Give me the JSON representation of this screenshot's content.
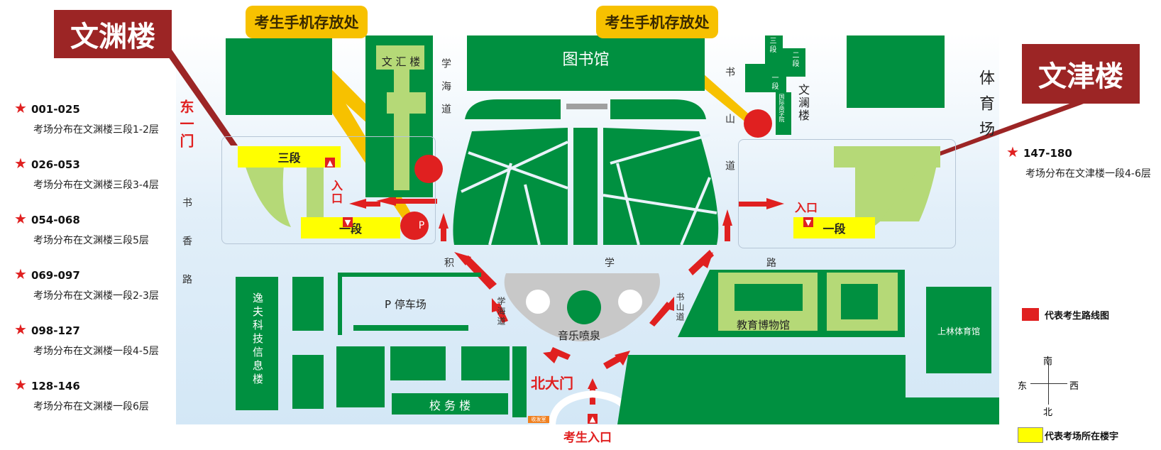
{
  "callouts": {
    "wenyuan": "文渊楼",
    "wenjin": "文津楼",
    "phone_left": "考生手机存放处",
    "phone_right": "考生手机存放处"
  },
  "buildings": {
    "wenhui": "文 汇 楼",
    "library": "图书馆",
    "wenlan": "文澜楼",
    "intl_school": "国际商学院",
    "seg3_small": "三段",
    "seg2_small": "二段",
    "seg1_small": "一段",
    "stadium": "体育场",
    "parking": "P 停车场",
    "fountain": "音乐喷泉",
    "museum": "教育博物馆",
    "shanglin_gym": "上林体育馆",
    "yifu": "逸夫科技信息楼",
    "xiaowu": "校 务 楼",
    "reception": "收发室",
    "parking_p": "P"
  },
  "segments": {
    "wenyuan_seg3": "三段",
    "wenyuan_seg1": "一段",
    "wenjin_seg1": "一段"
  },
  "entrances": {
    "entrance_left": "入口",
    "entrance_right": "入口",
    "east_gate": "东一门",
    "north_gate": "北大门",
    "candidate_entrance": "考生入口"
  },
  "roads": {
    "xuehai_top": "学海道",
    "shushan": "书山道",
    "shuxiang": "书香路",
    "jixue_ji": "积",
    "jixue_xue": "学",
    "jixue_lu": "路",
    "xuehai_bottom": "学海道",
    "shushan_bottom": "书山道"
  },
  "exam_list": [
    {
      "code": "001-025",
      "desc": "考场分布在文渊楼三段1-2层"
    },
    {
      "code": "026-053",
      "desc": "考场分布在文渊楼三段3-4层"
    },
    {
      "code": "054-068",
      "desc": "考场分布在文渊楼三段5层"
    },
    {
      "code": "069-097",
      "desc": "考场分布在文渊楼一段2-3层"
    },
    {
      "code": "098-127",
      "desc": "考场分布在文渊楼一段4-5层"
    },
    {
      "code": "128-146",
      "desc": "考场分布在文渊楼一段6层"
    }
  ],
  "exam_right": {
    "code": "147-180",
    "desc": "考场分布在文津楼一段4-6层"
  },
  "legend": {
    "route": "代表考生路线图",
    "exam_building": "代表考场所在楼宇",
    "route_color": "#e02020",
    "building_color": "#ffff00"
  },
  "compass": {
    "north": "北",
    "south": "南",
    "east": "东",
    "west": "西"
  },
  "colors": {
    "building": "#009040",
    "light_building": "#b5d977",
    "callout_red": "#9c2525",
    "callout_yellow": "#f7c100"
  }
}
